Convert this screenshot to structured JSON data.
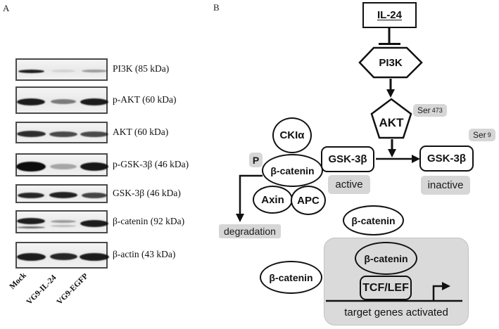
{
  "panel_a": {
    "label": "A",
    "rows": [
      {
        "label": "PI3K (85 kDa)",
        "bands": [
          {
            "i": 0.92,
            "h": 5,
            "w": 37
          },
          {
            "i": 0.1,
            "h": 4,
            "w": 34
          },
          {
            "i": 0.35,
            "h": 4,
            "w": 37
          }
        ]
      },
      {
        "label": "p-AKT (60 kDa)",
        "bands": [
          {
            "i": 0.93,
            "h": 10,
            "w": 40
          },
          {
            "i": 0.5,
            "h": 7,
            "w": 36
          },
          {
            "i": 0.93,
            "h": 10,
            "w": 40
          }
        ]
      },
      {
        "label": "AKT (60 kDa)",
        "bands": [
          {
            "i": 0.85,
            "h": 9,
            "w": 41
          },
          {
            "i": 0.72,
            "h": 8,
            "w": 40
          },
          {
            "i": 0.72,
            "h": 8,
            "w": 40
          }
        ]
      },
      {
        "label": "p-GSK-3β (46 kDa)",
        "bands": [
          {
            "i": 1.0,
            "h": 14,
            "w": 42
          },
          {
            "i": 0.3,
            "h": 8,
            "w": 38
          },
          {
            "i": 0.95,
            "h": 12,
            "w": 40
          }
        ]
      },
      {
        "label": "GSK-3β (46 kDa)",
        "bands": [
          {
            "i": 0.88,
            "h": 8,
            "w": 38
          },
          {
            "i": 0.9,
            "h": 9,
            "w": 40
          },
          {
            "i": 0.75,
            "h": 8,
            "w": 36
          }
        ]
      },
      {
        "label": "β-catenin (92 kDa)",
        "bands": [
          {
            "i": 0.92,
            "h": 9,
            "w": 40,
            "sub": 0.55
          },
          {
            "i": 0.35,
            "h": 4,
            "w": 36,
            "sub": 0.22
          },
          {
            "i": 0.93,
            "h": 10,
            "w": 40
          }
        ]
      },
      {
        "label": "β-actin (43 kDa)",
        "bands": [
          {
            "i": 0.93,
            "h": 11,
            "w": 41
          },
          {
            "i": 0.88,
            "h": 10,
            "w": 39
          },
          {
            "i": 0.93,
            "h": 11,
            "w": 42
          }
        ]
      }
    ],
    "lanes": [
      "Mock",
      "VG9-IL-24",
      "VG9-EGFP"
    ]
  },
  "panel_b": {
    "label": "B",
    "il24": "IL-24",
    "pi3k": "PI3K",
    "akt": "AKT",
    "ser473": {
      "text": "Ser",
      "sup": "473"
    },
    "ser9": {
      "text": "Ser",
      "sup": "9"
    },
    "gsk3b_active": "GSK-3β",
    "gsk3b_inactive": "GSK-3β",
    "active_label": "active",
    "inactive_label": "inactive",
    "ckia": "CKIα",
    "phospho": "P",
    "beta_catenin_complex": "β-catenin",
    "beta_catenin_free1": "β-catenin",
    "beta_catenin_free2": "β-catenin",
    "beta_catenin_nuclear": "β-catenin",
    "axin": "Axin",
    "apc": "APC",
    "degradation": "degradation",
    "tcf_lef": "TCF/LEF",
    "target_genes": "target genes activated"
  },
  "colors": {
    "stroke": "#111111",
    "badge_gray": "#d6d6d6",
    "nucleus_gray": "#dadada"
  }
}
